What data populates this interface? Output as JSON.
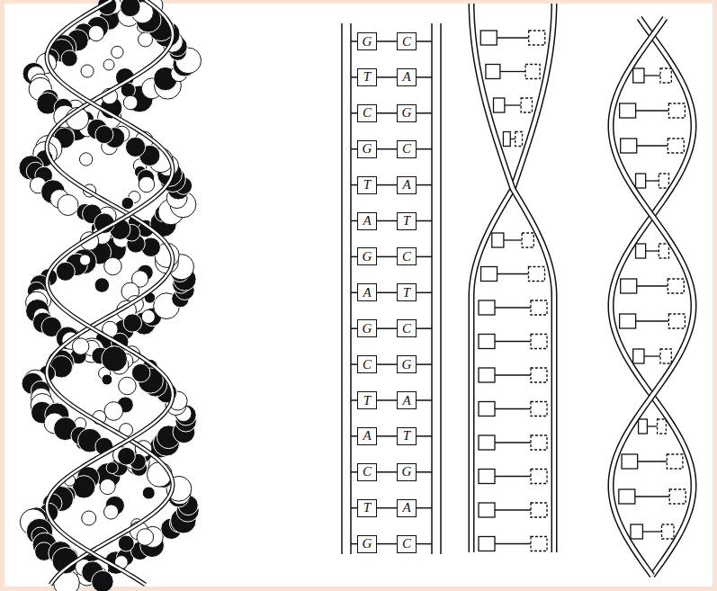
{
  "diagram": {
    "nodes": [
      {
        "text": [
          "G"
        ]
      },
      {
        "text": [
          "C"
        ]
      },
      {
        "text": [
          "T"
        ]
      },
      {
        "text": [
          "A"
        ]
      },
      {
        "text": [
          "C"
        ]
      },
      {
        "text": [
          "G"
        ]
      },
      {
        "text": [
          "G"
        ]
      },
      {
        "text": [
          "C"
        ]
      },
      {
        "text": [
          "T"
        ]
      },
      {
        "text": [
          "A"
        ]
      },
      {
        "text": [
          "A"
        ]
      },
      {
        "text": [
          "T"
        ]
      },
      {
        "text": [
          "G"
        ]
      },
      {
        "text": [
          "C"
        ]
      },
      {
        "text": [
          "A"
        ]
      },
      {
        "text": [
          "T"
        ]
      },
      {
        "text": [
          "G"
        ]
      },
      {
        "text": [
          "C"
        ]
      },
      {
        "text": [
          "C"
        ]
      },
      {
        "text": [
          "G"
        ]
      },
      {
        "text": [
          "T"
        ]
      },
      {
        "text": [
          "A"
        ]
      },
      {
        "text": [
          "A"
        ]
      },
      {
        "text": [
          "T"
        ]
      },
      {
        "text": [
          "C"
        ]
      },
      {
        "text": [
          "G"
        ]
      },
      {
        "text": [
          "T"
        ]
      },
      {
        "text": [
          "A"
        ]
      },
      {
        "text": [
          "G"
        ]
      },
      {
        "text": [
          "C"
        ]
      }
    ],
    "edges": [
      {
        "from": 0,
        "to": 1,
        "arrow": "none"
      },
      {
        "from": 2,
        "to": 3,
        "arrow": "none"
      },
      {
        "from": 4,
        "to": 5,
        "arrow": "none"
      },
      {
        "from": 6,
        "to": 7,
        "arrow": "none"
      },
      {
        "from": 8,
        "to": 9,
        "arrow": "none"
      },
      {
        "from": 10,
        "to": 11,
        "arrow": "none"
      },
      {
        "from": 12,
        "to": 13,
        "arrow": "none"
      },
      {
        "from": 14,
        "to": 15,
        "arrow": "none"
      },
      {
        "from": 16,
        "to": 17,
        "arrow": "none"
      },
      {
        "from": 18,
        "to": 19,
        "arrow": "none"
      },
      {
        "from": 20,
        "to": 21,
        "arrow": "none"
      },
      {
        "from": 22,
        "to": 23,
        "arrow": "none"
      },
      {
        "from": 24,
        "to": 25,
        "arrow": "none"
      },
      {
        "from": 26,
        "to": 27,
        "arrow": "none"
      },
      {
        "from": 28,
        "to": 29,
        "arrow": "none"
      }
    ]
  }
}
